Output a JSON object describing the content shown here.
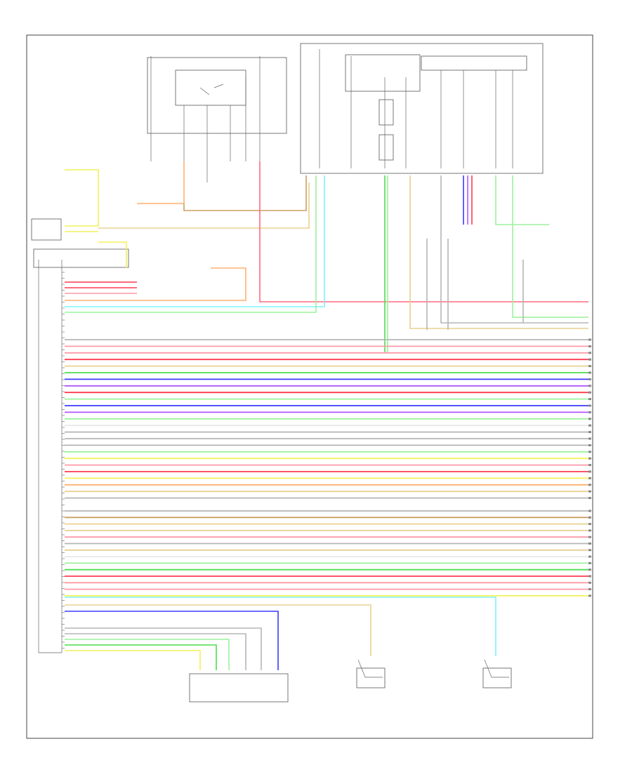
{
  "diagram": {
    "footer_code": "",
    "colors": {
      "grey": "#b5b5b5",
      "pink": "#ff9aa8",
      "red": "#ff3b4e",
      "green": "#4ddc4d",
      "ltgreen": "#9cf29c",
      "blue": "#3a3aff",
      "violet": "#b455ff",
      "yellow": "#f2f25a",
      "orange": "#ffb070",
      "tan": "#e8d090",
      "cyan": "#7ff2ff",
      "white": "#e8e8e8",
      "brown": "#c8a060"
    },
    "bus_group_1": [
      "grey",
      "pink",
      "pink",
      "red",
      "tan",
      "green",
      "blue",
      "violet",
      "red",
      "ltgreen",
      "blue",
      "violet",
      "ltgreen",
      "white",
      "grey",
      "grey",
      "grey",
      "ltgreen",
      "yellow",
      "pink",
      "red",
      "yellow",
      "orange",
      "tan",
      "grey"
    ],
    "bus_group_2": [
      "grey",
      "brown",
      "tan",
      "tan",
      "pink",
      "grey",
      "tan",
      "white",
      "ltgreen",
      "green",
      "red",
      "pink",
      "pink",
      "yellow"
    ],
    "left_wires": [
      "yellow",
      "yellow",
      "grey",
      "grey",
      "grey",
      "grey",
      "green",
      "yellow"
    ],
    "icons": [
      "switch-icon",
      "ground-icon",
      "fuse-icon"
    ]
  }
}
